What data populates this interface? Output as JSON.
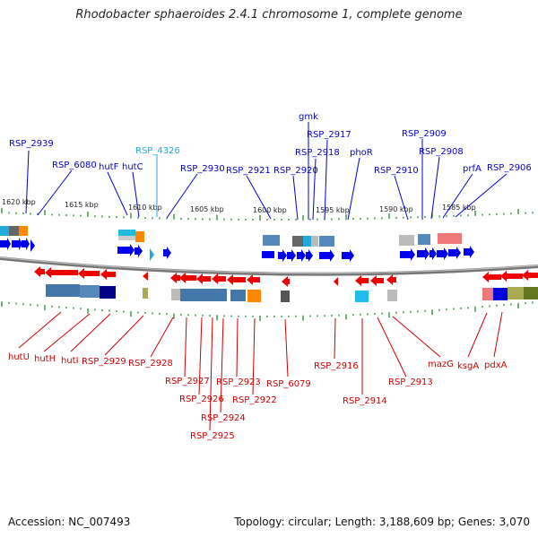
{
  "title": "Rhodobacter sphaeroides 2.4.1 chromosome 1, complete genome",
  "footer": {
    "accession": "Accession: NC_007493",
    "summary": "Topology: circular; Length: 3,188,609 bp; Genes: 3,070"
  },
  "colors": {
    "forward_gene": "#0000ee",
    "reverse_gene": "#ee0000",
    "highlight_label": "#22aadd",
    "ticks": "#22882a",
    "backbone": "#777777"
  },
  "kbp_ticks": [
    "1620 kbp",
    "1615 kbp",
    "1610 kbp",
    "1605 kbp",
    "1600 kbp",
    "1595 kbp",
    "1590 kbp",
    "1585 kbp"
  ],
  "top_labels": [
    "RSP_2939",
    "RSP_6080",
    "hutF",
    "hutC",
    "RSP_4326",
    "RSP_2930",
    "RSP_2921",
    "RSP_2920",
    "gmk",
    "RSP_2917",
    "RSP_2918",
    "phoR",
    "RSP_2909",
    "RSP_2908",
    "RSP_2910",
    "prfA",
    "RSP_2906"
  ],
  "bottom_labels": [
    "hutU",
    "hutH",
    "hutI",
    "RSP_2929",
    "RSP_2928",
    "RSP_2927",
    "RSP_2926",
    "RSP_2924",
    "RSP_2925",
    "RSP_2923",
    "RSP_2922",
    "RSP_6079",
    "RSP_2916",
    "RSP_2914",
    "RSP_2913",
    "mazG",
    "ksgA",
    "pdxA"
  ]
}
